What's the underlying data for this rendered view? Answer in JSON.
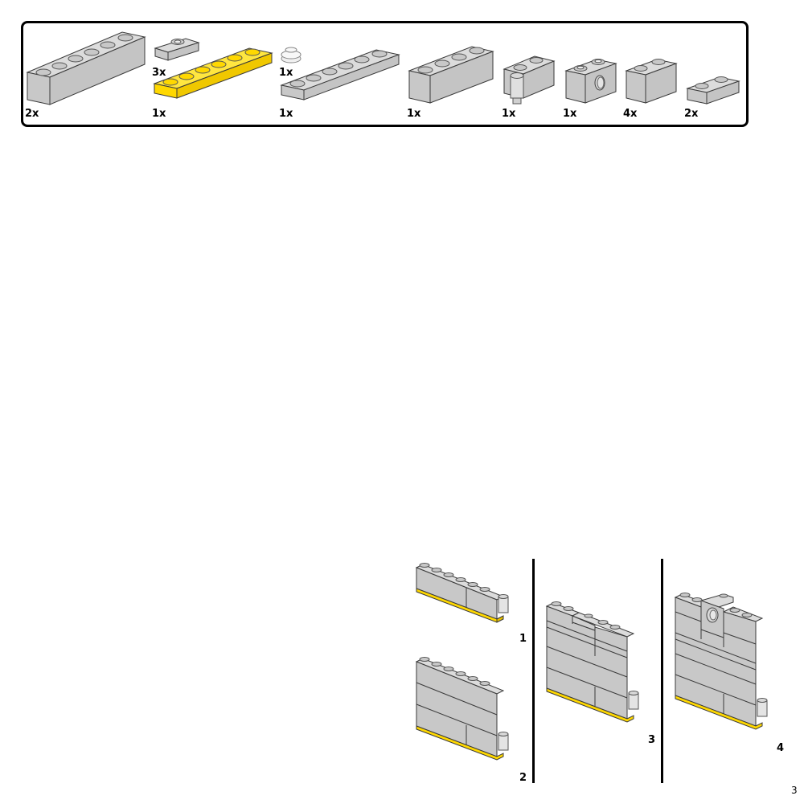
{
  "colors": {
    "light_gray": "#c8c8c8",
    "light_gray_top": "#d8d8d8",
    "light_gray_side": "#b4b4b4",
    "yellow": "#ffd800",
    "yellow_top": "#ffe640",
    "yellow_side": "#e6c000",
    "outline": "#3a3a3a",
    "clear": "#eeeeee"
  },
  "parts_list": {
    "items": [
      {
        "name": "brick-1x6-light-gray",
        "quantity": "2x"
      },
      {
        "name": "plate-1x2-jumper-light-gray",
        "quantity": "3x"
      },
      {
        "name": "plate-1x6-yellow",
        "quantity": "1x"
      },
      {
        "name": "round-plate-1x1-trans-clear",
        "quantity": "1x"
      },
      {
        "name": "plate-1x6-light-gray",
        "quantity": "1x"
      },
      {
        "name": "brick-1x4-light-gray",
        "quantity": "1x"
      },
      {
        "name": "hinge-brick-1x2-light-gray",
        "quantity": "1x"
      },
      {
        "name": "technic-brick-1x2-hole-light-gray",
        "quantity": "1x"
      },
      {
        "name": "brick-1x2-light-gray",
        "quantity": "4x"
      },
      {
        "name": "plate-1x2-light-gray",
        "quantity": "2x"
      }
    ]
  },
  "steps": [
    {
      "number": "1"
    },
    {
      "number": "2"
    },
    {
      "number": "3"
    },
    {
      "number": "4"
    }
  ],
  "page_number": "3"
}
